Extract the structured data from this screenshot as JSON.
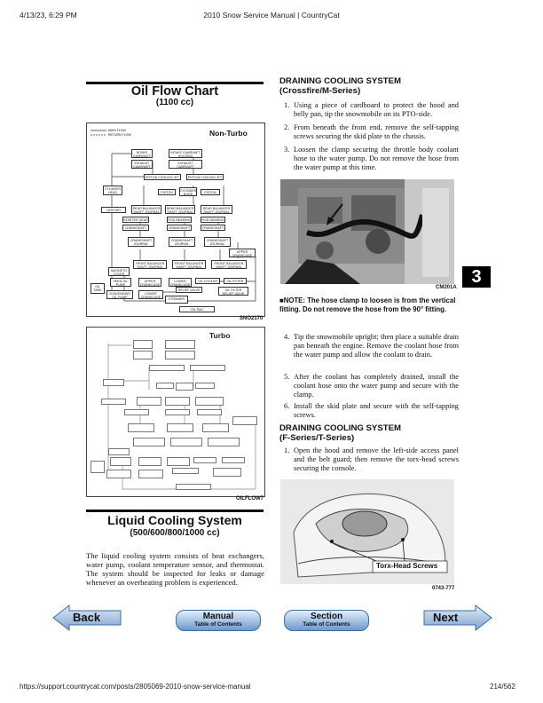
{
  "browser": {
    "datetime": "4/13/23, 6:29 PM",
    "title": "2010 Snow Service Manual | CountryCat",
    "url": "https://support.countrycat.com/posts/2805069-2010-snow-service-manual",
    "page_count": "214/562"
  },
  "left": {
    "oil_title": "Oil Flow Chart",
    "oil_sub": "(1100 cc)",
    "chart1": {
      "legend1": "MAIN FLOW",
      "legend2": "RETURN FLOW",
      "label": "Non-Turbo",
      "fig": "SNO2170",
      "boxes": {
        "intake_cam": "INTAKE CAMSHAFT",
        "intake_cam_housing": "INTAKE CAMSHAFT HOUSING",
        "exhaust_cam": "EXHAUST CAMSHAFT",
        "exhaust_cam_housing": "EXHAUST CAMSHAFT HOUSING",
        "piston_jet1": "PISTON COOLING JET",
        "piston_jet2": "PISTON COOLING JET",
        "cyl_head": "CYLINDER HEAD",
        "piston": "PISTON",
        "cyl_bore": "CYLINDER BORE",
        "piston_pin": "PISTON PIN",
        "venturi": "VENTURI HOLE",
        "rear_bal1": "REAR BALANCER SHAFT JOURNAL",
        "rear_bal2": "REAR BALANCER SHAFT JOURNAL",
        "rear_bal3": "REAR BALANCER SHAFT JOURNAL",
        "starter_gear": "STARTER GEAR",
        "rod_bearing1": "ROD BEARING",
        "rod_bearing2": "ROD BEARING",
        "crankshaft1": "CRANKSHAFT",
        "crankshaft2": "CRANKSHAFT",
        "crankshaft3": "CRANKSHAFT",
        "crank_journal1": "CRANKSHAFT JOURNAL",
        "crank_journal2": "CRANKSHAFT JOURNAL",
        "crank_journal3": "CRANKSHAFT JOURNAL",
        "upper_crankcase": "UPPER CRANKCASE",
        "front_bal1": "FRONT BALANCER SHAFT JOURNAL",
        "front_bal2": "FRONT BALANCER SHAFT JOURNAL",
        "front_bal3": "FRONT BALANCER SHAFT JOURNAL",
        "magneto_cover": "MAGNETO COVER",
        "feed_pump": "FEED OIL PUMP",
        "upper_crankcase2": "UPPER CRANKCASE",
        "lower_crankcase": "LOWER CRANKCASE",
        "oil_cooler": "OIL COOLER",
        "oil_filter": "OIL FILTER",
        "oil_tank": "OIL TANK",
        "scavenging": "SCAVENGING OIL PUMP",
        "lower_crankcase2": "LOWER CRANKCASE",
        "relief_valve": "RELIEF VALVE",
        "filter_relief": "OIL FILTER RELIEF VALVE",
        "strainer": "STRAINER",
        "oil_pan": "OIL PAN"
      }
    },
    "chart2": {
      "label": "Turbo",
      "fig": "OILFLOW7"
    },
    "liquid_title": "Liquid Cooling System",
    "liquid_sub": "(500/600/800/1000 cc)",
    "liquid_text": "The liquid cooling system consists of heat exchangers, water pump, coolant temperature sensor, and thermostat. The system should be inspected for leaks or damage whenever an overheating problem is experienced."
  },
  "right": {
    "sec1_title1": "DRAINING COOLING SYSTEM",
    "sec1_title2": "(Crossfire/M-Series)",
    "steps1": [
      {
        "n": "1.",
        "text": "Using a piece of cardboard to protect the hood and belly pan, tip the snowmobile on its PTO-side."
      },
      {
        "n": "2.",
        "text": "From beneath the front end, remove the self-tapping screws securing the skid plate to the chassis."
      },
      {
        "n": "3.",
        "text": "Loosen the clamp securing the throttle body coolant hose to the water pump. Do not remove the hose from the water pump at this time."
      }
    ],
    "photo1_cap": "CM201A",
    "tab": "3",
    "note": "■NOTE: The hose clamp to loosen is from the vertical fitting. Do not remove the hose from the 90° fitting.",
    "steps2": [
      {
        "n": "4.",
        "text": "Tip the snowmobile upright; then place a suitable drain pan beneath the engine. Remove the coolant hose from the water pump and allow the coolant to drain."
      },
      {
        "n": "5.",
        "text": "After the coolant has completely drained, install the coolant hose onto the water pump and secure with the clamp."
      },
      {
        "n": "6.",
        "text": "Install the skid plate and secure with the self-tapping screws."
      }
    ],
    "sec2_title1": "DRAINING COOLING SYSTEM",
    "sec2_title2": "(F-Series/T-Series)",
    "steps3": [
      {
        "n": "1.",
        "text": "Open the hood and remove the left-side access panel and the belt guard; then remove the torx-head screws securing the console."
      }
    ],
    "photo2_label": "Torx-Head Screws",
    "photo2_cap": "0743-777"
  },
  "nav": {
    "back": "Back",
    "manual_l1": "Manual",
    "manual_l2": "Table of Contents",
    "section_l1": "Section",
    "section_l2": "Table of Contents",
    "next": "Next"
  },
  "colors": {
    "button_blue": "#6f99cb",
    "arrow_blue": "#7fa3cf"
  }
}
